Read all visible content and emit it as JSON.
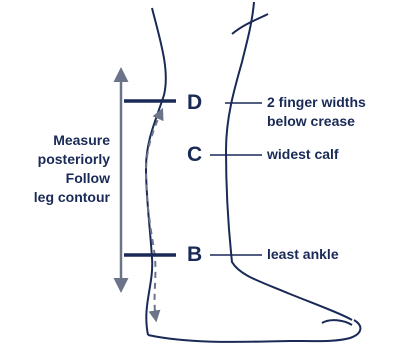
{
  "colors": {
    "ink": "#1a2a57",
    "guide": "#6b7488",
    "background": "#ffffff"
  },
  "measure_note": {
    "line1": "Measure",
    "line2": "posteriorly",
    "line3": "Follow",
    "line4": "leg contour"
  },
  "points": {
    "D": {
      "letter": "D",
      "note_line1": "2 finger widths",
      "note_line2": "below crease"
    },
    "C": {
      "letter": "C",
      "note": "widest calf"
    },
    "B": {
      "letter": "B",
      "note": "least ankle"
    }
  },
  "icons": {
    "leg": "leg-outline-illustration",
    "arrow": "double-arrow-icon"
  }
}
